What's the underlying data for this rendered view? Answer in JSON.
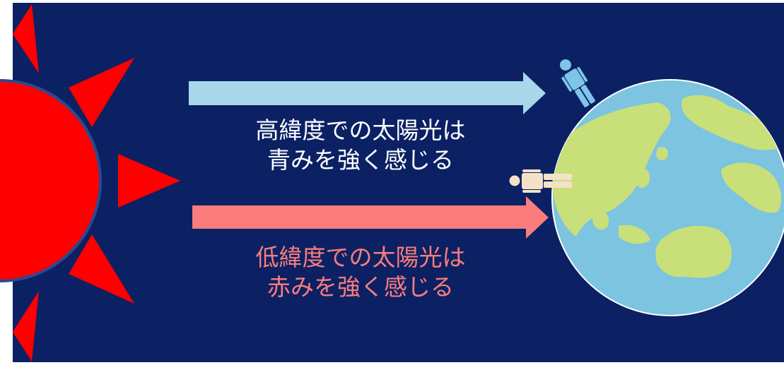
{
  "captions": {
    "high_latitude": {
      "line1": "高緯度での太陽光は",
      "line2": "青みを強く感じる"
    },
    "low_latitude": {
      "line1": "低緯度での太陽光は",
      "line2": "赤みを強く感じる"
    }
  },
  "colors": {
    "background": "#0b2164",
    "sun": "#ff0000",
    "sun_outline": "#2a4a8f",
    "blue_arrow": "#a9d7ea",
    "red_arrow": "#fb7c7c",
    "high_caption_text": "#ffffff",
    "low_caption_text": "#fb7c7c",
    "ocean": "#7cc4e0",
    "land": "#c8df7a",
    "person_blue": "#7ec5ea",
    "person_beige": "#f4e2c8"
  },
  "icons": [
    "sun-icon",
    "standing-person-icon",
    "lying-person-icon",
    "earth-icon"
  ]
}
